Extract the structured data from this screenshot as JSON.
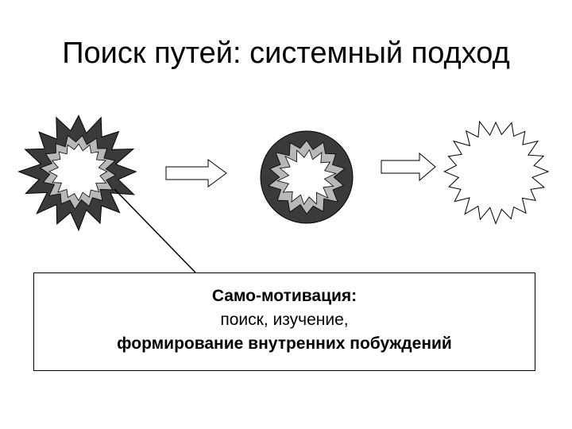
{
  "slide": {
    "title": "Поиск путей: системный подход"
  },
  "callout": {
    "heading": "Само-мотивация:",
    "line2": "поиск, изучение,",
    "line3": "формирование внутренних побуждений"
  },
  "colors": {
    "dark_fill": "#3a3a3a",
    "gray_fill": "#b8b8b8",
    "outline": "#000000",
    "background": "#ffffff"
  }
}
